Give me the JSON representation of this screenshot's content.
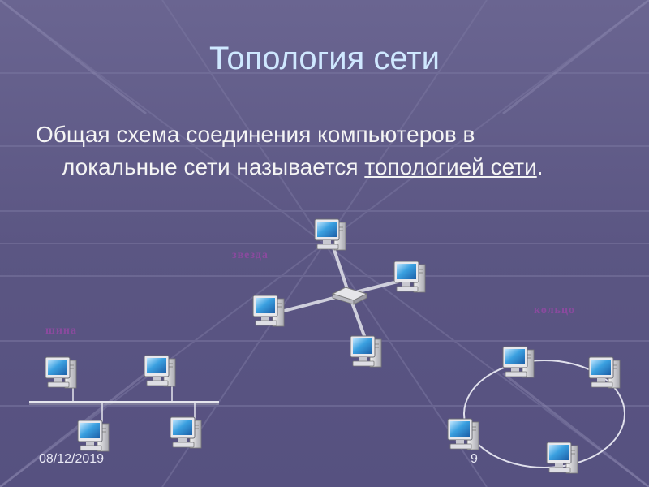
{
  "slide": {
    "title": "Топология сети",
    "text_part1": "Общая схема соединения компьютеров в",
    "text_part2": "локальные сети называется ",
    "text_link": "топологией сети",
    "text_end": ".",
    "date": "08/12/2019",
    "page_number": "9"
  },
  "topologies": {
    "star_label": "звезда",
    "bus_label": "шина",
    "ring_label": "кольцо"
  },
  "colors": {
    "background": "#5f5a86",
    "title": "#cfe8ff",
    "label": "#8a4a9e",
    "monitor_screen": "#3aa0e0"
  }
}
